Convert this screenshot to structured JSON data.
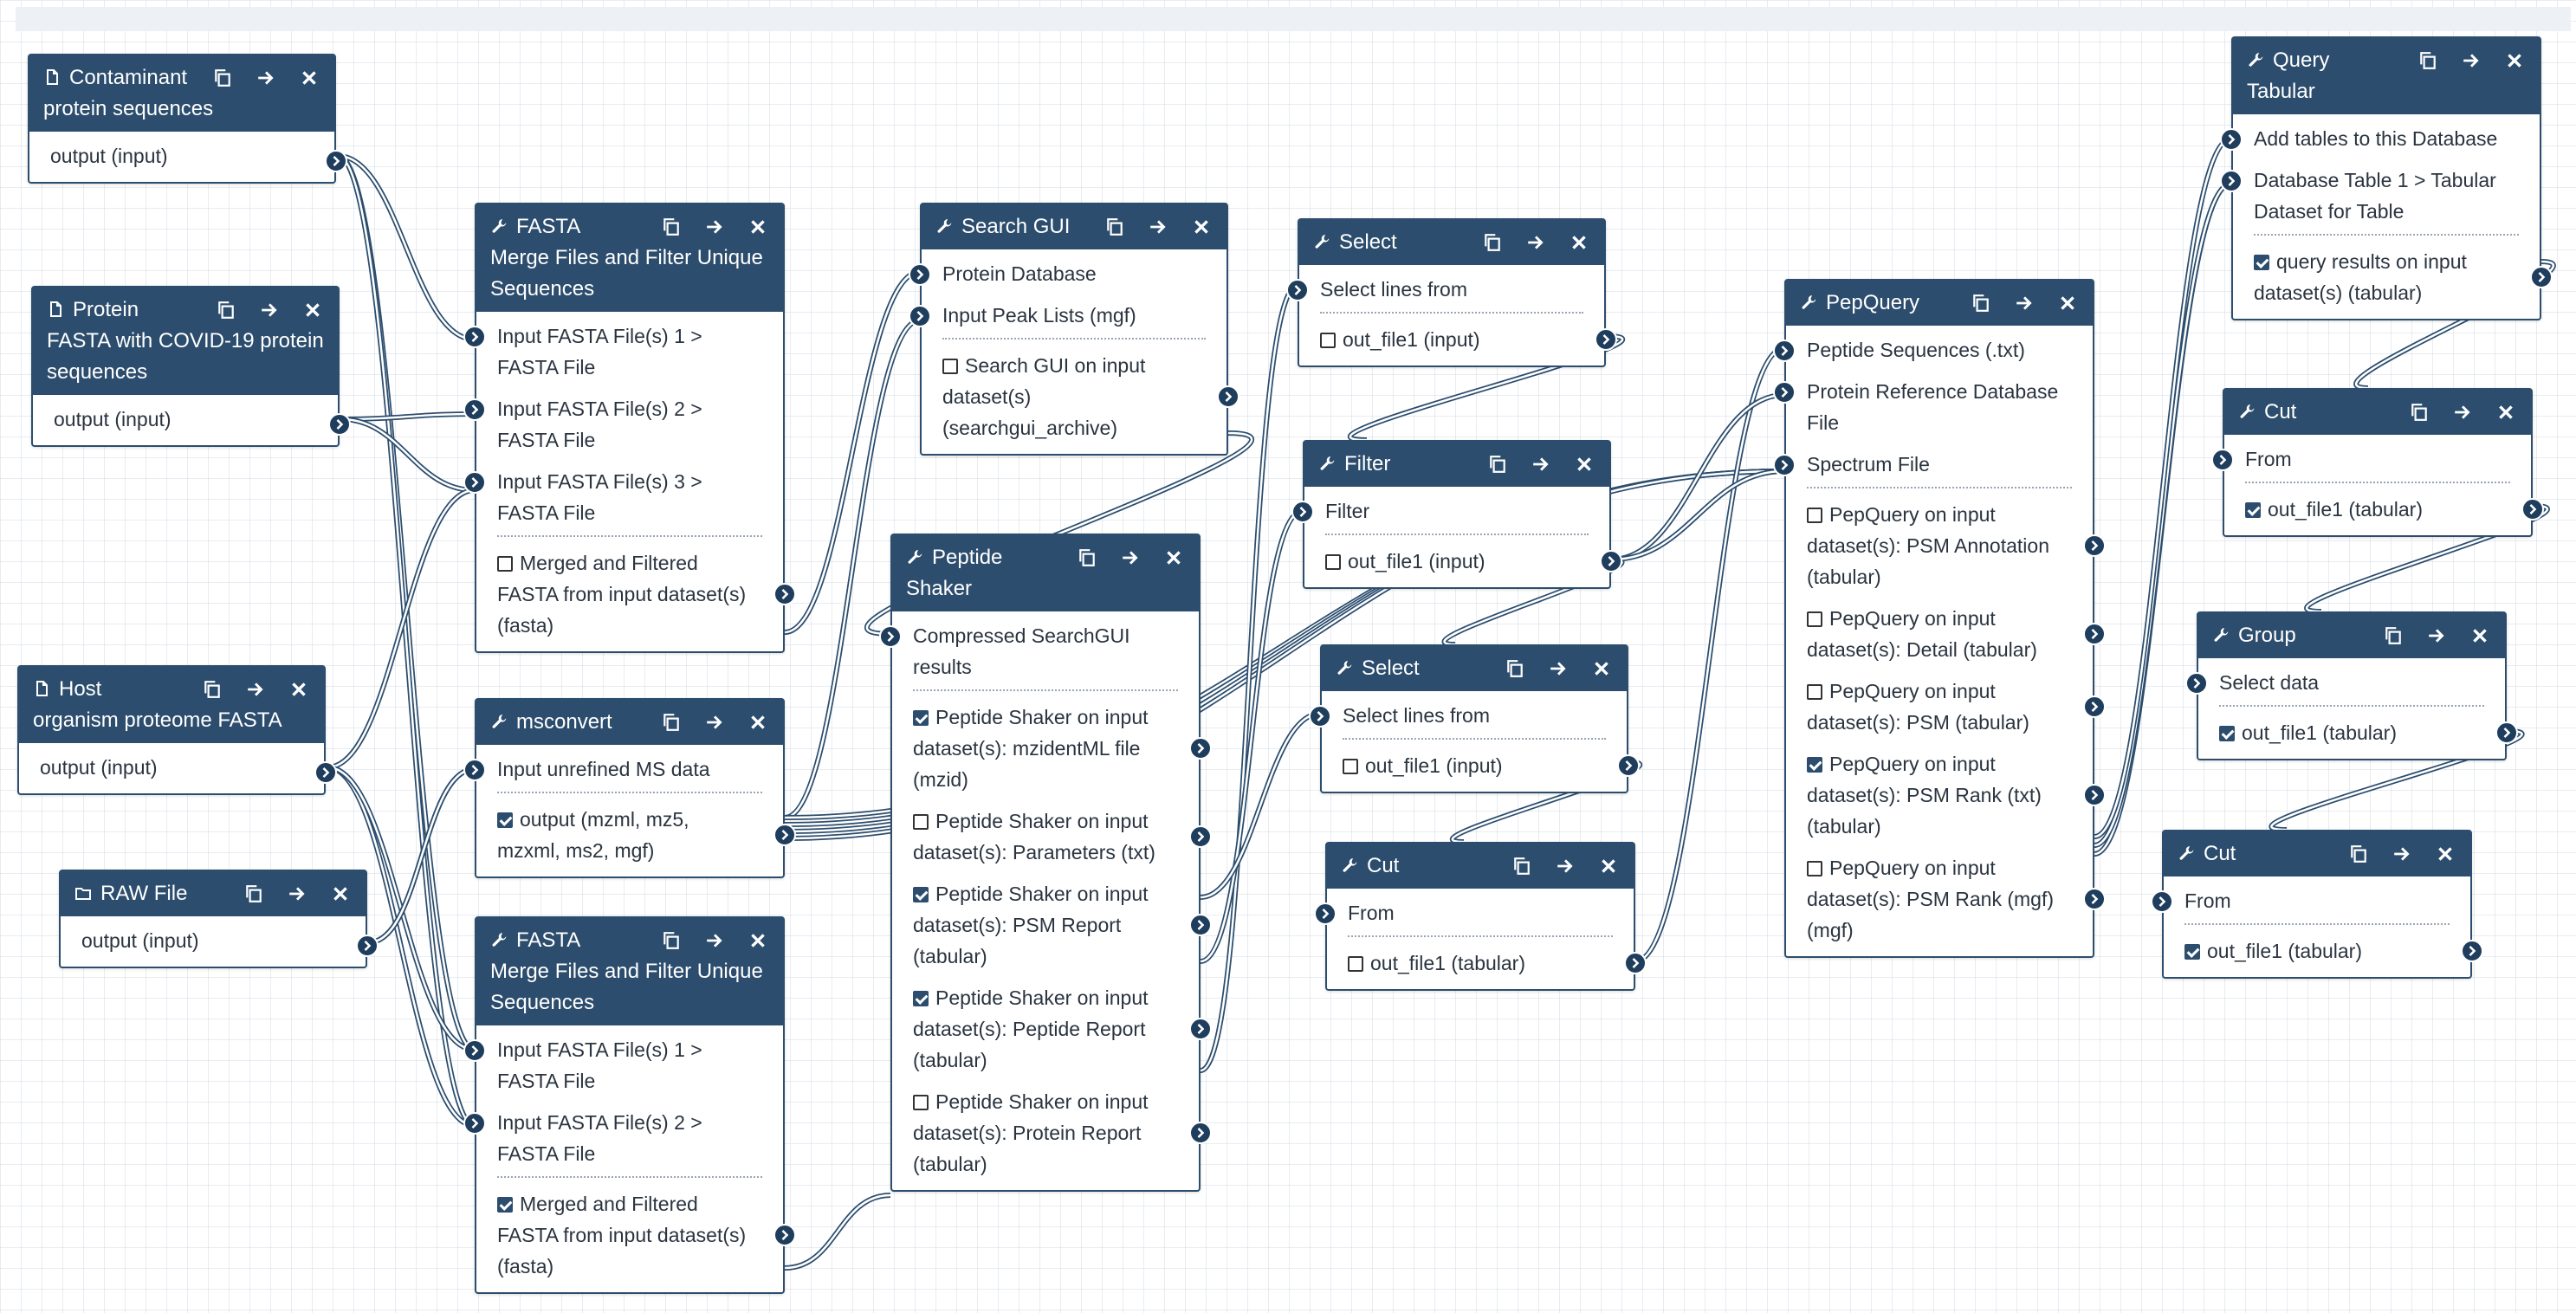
{
  "app": {
    "accent_color": "#2c4d6d",
    "header_text_color": "#ffffff",
    "wire_color": "#2c4d6d"
  },
  "icons": {
    "input": "file-icon",
    "folder": "folder-icon",
    "tool": "wrench-icon",
    "copy": "copy-icon",
    "forward": "arrow-right-icon",
    "delete": "close-icon",
    "connector": "chevron-right-icon"
  },
  "nodes": {
    "contaminant": {
      "title_lines": [
        "Contaminant",
        "protein sequences"
      ],
      "rows": [
        "output (input)"
      ]
    },
    "protein": {
      "title_lines": [
        "Protein",
        "FASTA with COVID-19 protein",
        "sequences"
      ],
      "rows": [
        "output (input)"
      ]
    },
    "host": {
      "title_lines": [
        "Host",
        "organism proteome FASTA"
      ],
      "rows": [
        "output (input)"
      ]
    },
    "raw": {
      "title_lines": [
        "RAW File"
      ],
      "rows": [
        "output (input)"
      ]
    },
    "fasta1": {
      "title_lines": [
        "FASTA",
        "Merge Files and Filter Unique",
        "Sequences"
      ],
      "inputs": [
        [
          "Input FASTA File(s) 1 >",
          "FASTA File"
        ],
        [
          "Input FASTA File(s) 2 >",
          "FASTA File"
        ],
        [
          "Input FASTA File(s) 3 >",
          "FASTA File"
        ]
      ],
      "outputs": [
        {
          "lines": [
            "Merged and Filtered",
            "FASTA from input dataset(s)",
            "(fasta)"
          ],
          "checked": false
        }
      ]
    },
    "msconvert": {
      "title_lines": [
        "msconvert"
      ],
      "inputs": [
        [
          "Input unrefined MS data"
        ]
      ],
      "outputs": [
        {
          "lines": [
            "output (mzml, mz5,",
            "mzxml, ms2, mgf)"
          ],
          "checked": true
        }
      ]
    },
    "fasta2": {
      "title_lines": [
        "FASTA",
        "Merge Files and Filter Unique",
        "Sequences"
      ],
      "inputs": [
        [
          "Input FASTA File(s) 1 >",
          "FASTA File"
        ],
        [
          "Input FASTA File(s) 2 >",
          "FASTA File"
        ]
      ],
      "outputs": [
        {
          "lines": [
            "Merged and Filtered",
            "FASTA from input dataset(s)",
            "(fasta)"
          ],
          "checked": true
        }
      ]
    },
    "searchgui": {
      "title_lines": [
        "Search GUI"
      ],
      "inputs": [
        [
          "Protein Database"
        ],
        [
          "Input Peak Lists (mgf)"
        ]
      ],
      "outputs": [
        {
          "lines": [
            "Search GUI on input",
            "dataset(s)",
            "(searchgui_archive)"
          ],
          "checked": false
        }
      ]
    },
    "shaker": {
      "title_lines": [
        "Peptide",
        "Shaker"
      ],
      "inputs": [
        [
          "Compressed SearchGUI",
          "results"
        ]
      ],
      "outputs": [
        {
          "lines": [
            "Peptide Shaker on input",
            "dataset(s): mzidentML file",
            "(mzid)"
          ],
          "checked": true
        },
        {
          "lines": [
            "Peptide Shaker on input",
            "dataset(s): Parameters (txt)"
          ],
          "checked": false
        },
        {
          "lines": [
            "Peptide Shaker on input",
            "dataset(s): PSM Report",
            "(tabular)"
          ],
          "checked": true
        },
        {
          "lines": [
            "Peptide Shaker on input",
            "dataset(s): Peptide Report",
            "(tabular)"
          ],
          "checked": true
        },
        {
          "lines": [
            "Peptide Shaker on input",
            "dataset(s): Protein Report",
            "(tabular)"
          ],
          "checked": false
        }
      ]
    },
    "select1": {
      "title_lines": [
        "Select"
      ],
      "inputs": [
        [
          "Select lines from"
        ]
      ],
      "outputs": [
        {
          "lines": [
            "out_file1 (input)"
          ],
          "checked": false
        }
      ]
    },
    "filter": {
      "title_lines": [
        "Filter"
      ],
      "inputs": [
        [
          "Filter"
        ]
      ],
      "outputs": [
        {
          "lines": [
            "out_file1 (input)"
          ],
          "checked": false
        }
      ]
    },
    "select2": {
      "title_lines": [
        "Select"
      ],
      "inputs": [
        [
          "Select lines from"
        ]
      ],
      "outputs": [
        {
          "lines": [
            "out_file1 (input)"
          ],
          "checked": false
        }
      ]
    },
    "cut1": {
      "title_lines": [
        "Cut"
      ],
      "inputs": [
        [
          "From"
        ]
      ],
      "outputs": [
        {
          "lines": [
            "out_file1 (tabular)"
          ],
          "checked": false
        }
      ]
    },
    "pepquery": {
      "title_lines": [
        "PepQuery"
      ],
      "inputs": [
        [
          "Peptide Sequences (.txt)"
        ],
        [
          "Protein Reference Database",
          "File"
        ],
        [
          "Spectrum File"
        ]
      ],
      "outputs": [
        {
          "lines": [
            "PepQuery on input",
            "dataset(s): PSM Annotation",
            "(tabular)"
          ],
          "checked": false
        },
        {
          "lines": [
            "PepQuery on input",
            "dataset(s): Detail (tabular)"
          ],
          "checked": false
        },
        {
          "lines": [
            "PepQuery on input",
            "dataset(s): PSM (tabular)"
          ],
          "checked": false
        },
        {
          "lines": [
            "PepQuery on input",
            "dataset(s): PSM Rank (txt)",
            "(tabular)"
          ],
          "checked": true
        },
        {
          "lines": [
            "PepQuery on input",
            "dataset(s): PSM Rank (mgf)",
            "(mgf)"
          ],
          "checked": false
        }
      ]
    },
    "query": {
      "title_lines": [
        "Query",
        "Tabular"
      ],
      "inputs": [
        [
          "Add tables to this Database"
        ],
        [
          "Database Table 1 > Tabular",
          "Dataset for Table"
        ]
      ],
      "outputs": [
        {
          "lines": [
            "query results on input",
            "dataset(s) (tabular)"
          ],
          "checked": true
        }
      ]
    },
    "cut2": {
      "title_lines": [
        "Cut"
      ],
      "inputs": [
        [
          "From"
        ]
      ],
      "outputs": [
        {
          "lines": [
            "out_file1 (tabular)"
          ],
          "checked": true
        }
      ]
    },
    "group": {
      "title_lines": [
        "Group"
      ],
      "inputs": [
        [
          "Select data"
        ]
      ],
      "outputs": [
        {
          "lines": [
            "out_file1 (tabular)"
          ],
          "checked": true
        }
      ]
    },
    "cut3": {
      "title_lines": [
        "Cut"
      ],
      "inputs": [
        [
          "From"
        ]
      ],
      "outputs": [
        {
          "lines": [
            "out_file1 (tabular)"
          ],
          "checked": true
        }
      ]
    }
  }
}
